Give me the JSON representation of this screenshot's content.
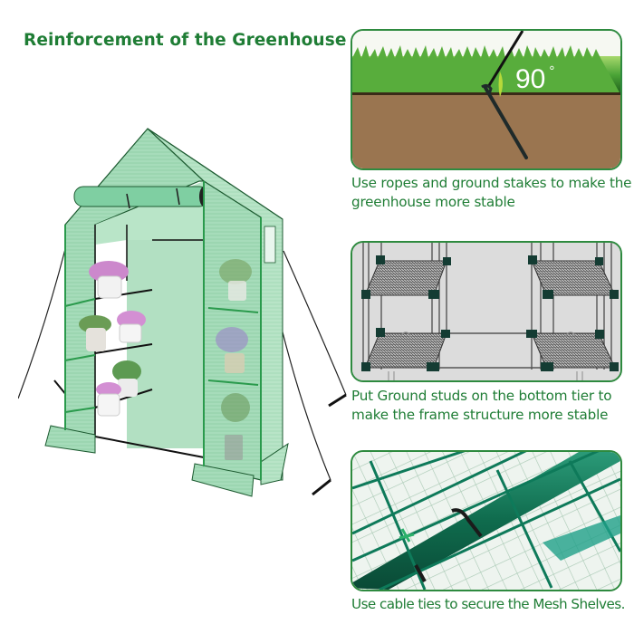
{
  "title": "Reinforcement of the Greenhouse",
  "hero": {
    "subject": "walk-in greenhouse with green PE cover, roll-up door, shelves with potted plants, guy ropes and ground stakes",
    "colors": {
      "cover": "#a9dcbb",
      "frame": "#1a1a1a",
      "trim": "#2a9a4c"
    }
  },
  "panels": [
    {
      "id": "rope-stake",
      "illustration": "grass over soil with rope anchored by ground stake",
      "angle": {
        "value": "90",
        "unit": "°"
      },
      "caption": "Use ropes and ground stakes to make the greenhouse more stable"
    },
    {
      "id": "ground-studs",
      "illustration": "two shelf units with mesh tiers and ground studs at bottom",
      "caption": "Put Ground studs on the bottom tier to make the frame structure more stable"
    },
    {
      "id": "cable-ties",
      "illustration": "close-up of green mesh shelf secured to frame tube with cable ties",
      "caption": "Use cable ties to secure the Mesh Shelves."
    }
  ],
  "colors": {
    "title_text": "#1f7d35",
    "caption_text": "#1f7d35",
    "panel_border": "#2e8a3f",
    "soil": "#9a7550",
    "grass": "#3f9a2c"
  }
}
